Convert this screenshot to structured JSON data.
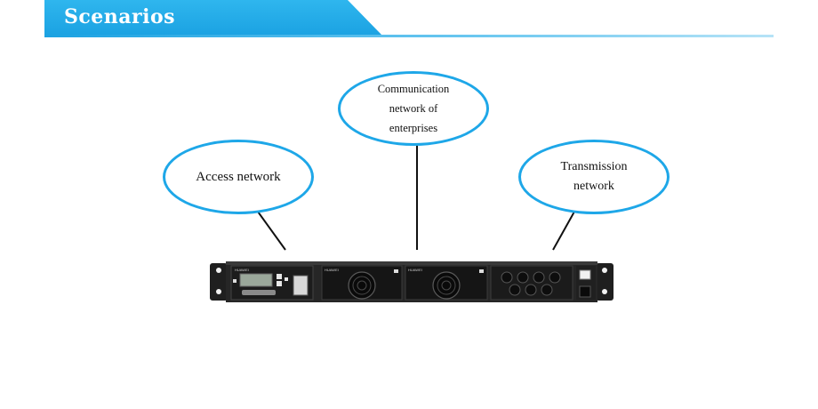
{
  "header": {
    "title": "Scenarios"
  },
  "bubbles": {
    "access": {
      "line1": "Access network"
    },
    "communication": {
      "line1": "Communication",
      "line2": "network of",
      "line3": "enterprises"
    },
    "transmission": {
      "line1": "Transmission",
      "line2": "network"
    }
  },
  "device": {
    "brand1": "HUAWEI",
    "brand2": "HUAWEI",
    "brand3": "HUAWEI"
  },
  "colors": {
    "accent": "#1ea7e8",
    "header": "#1ba2e2",
    "device": "#1a1a1a"
  }
}
